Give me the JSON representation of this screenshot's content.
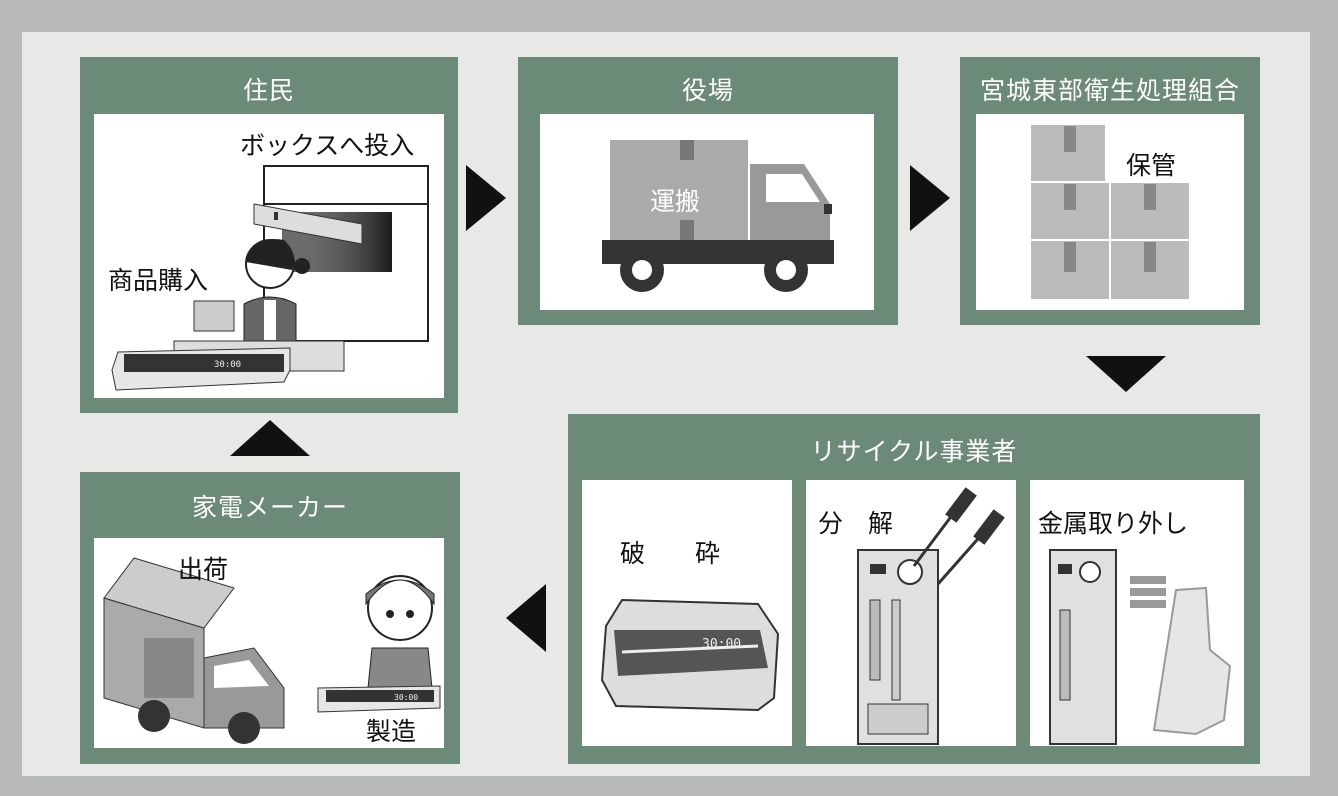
{
  "stages": {
    "residents": {
      "title": "住民",
      "label_box": "ボックスへ投入",
      "label_purchase": "商品購入"
    },
    "town_office": {
      "title": "役場",
      "label_transport": "運搬"
    },
    "sanitation": {
      "title": "宮城東部衛生処理組合",
      "label_storage": "保管"
    },
    "recycler": {
      "title": "リサイクル事業者",
      "crush": "破　　砕",
      "disassemble": "分　解",
      "metal_removal": "金属取り外し"
    },
    "manufacturer": {
      "title": "家電メーカー",
      "label_ship": "出荷",
      "label_make": "製造"
    }
  },
  "device_display": "30:00",
  "colors": {
    "panel": "#6b8a78",
    "arrow": "#111111",
    "background": "#e8e9e7",
    "frame": "#b9babc"
  }
}
